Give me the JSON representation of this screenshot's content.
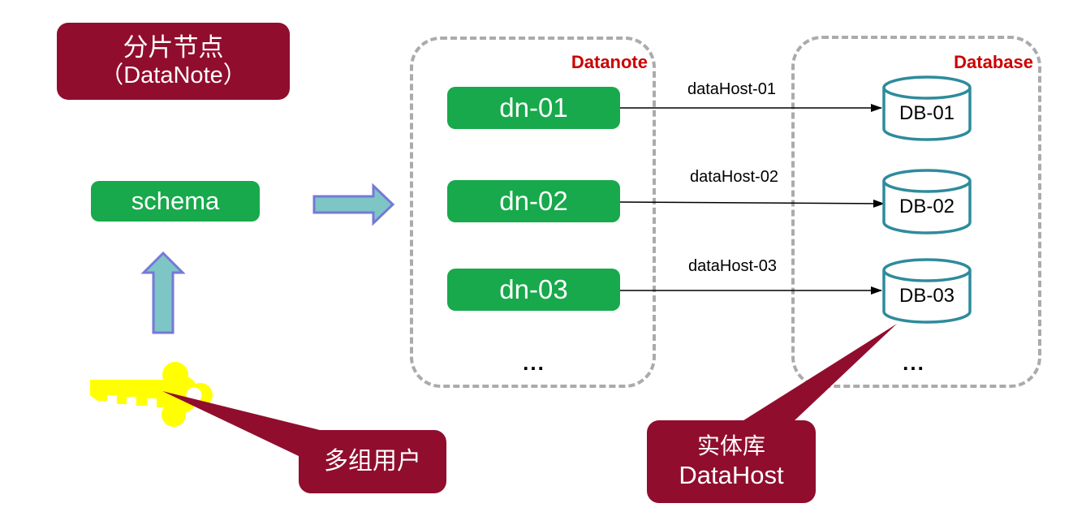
{
  "diagram_title": {
    "line1": "分片节点",
    "line2": "（DataNote）"
  },
  "schema_node": {
    "label": "schema"
  },
  "user_callout": {
    "label": "多组用户"
  },
  "datahost_callout": {
    "line1": "实体库",
    "line2": "DataHost"
  },
  "datanote_group": {
    "label": "Datanote",
    "ellipsis": "...",
    "nodes": [
      {
        "label": "dn-01"
      },
      {
        "label": "dn-02"
      },
      {
        "label": "dn-03"
      }
    ]
  },
  "database_group": {
    "label": "Database",
    "ellipsis": "...",
    "databases": [
      {
        "label": "DB-01"
      },
      {
        "label": "DB-02"
      },
      {
        "label": "DB-03"
      }
    ]
  },
  "connections": [
    {
      "label": "dataHost-01"
    },
    {
      "label": "dataHost-02"
    },
    {
      "label": "dataHost-03"
    }
  ],
  "colors": {
    "maroon": "#910D2D",
    "green": "#17A94B",
    "group_label_red": "#CC0000",
    "cylinder_teal": "#2E8B9C",
    "block_arrow_fill": "#7EC5C6",
    "block_arrow_stroke": "#7678D8",
    "key_yellow": "#FFFF00",
    "dashed_border_gray": "#ABABAB"
  }
}
